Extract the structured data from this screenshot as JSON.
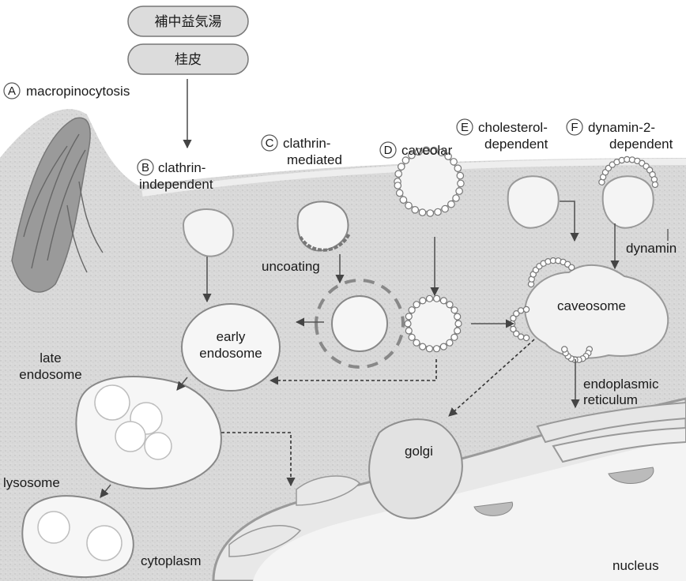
{
  "drugs": {
    "formula": "補中益気湯",
    "herb": "桂皮"
  },
  "pathways": {
    "a": {
      "letter": "A",
      "label": "macropinocytosis"
    },
    "b": {
      "letter": "B",
      "line1": "clathrin-",
      "line2": "independent"
    },
    "c": {
      "letter": "C",
      "line1": "clathrin-",
      "line2": "mediated"
    },
    "d": {
      "letter": "D",
      "label": "caveolar"
    },
    "e": {
      "letter": "E",
      "line1": "cholesterol-",
      "line2": "dependent"
    },
    "f": {
      "letter": "F",
      "line1": "dynamin-2-",
      "line2": "dependent"
    }
  },
  "structures": {
    "dynamin": "dynamin",
    "uncoating": "uncoating",
    "caveosome": "caveosome",
    "early_endosome_1": "early",
    "early_endosome_2": "endosome",
    "late_endosome_1": "late",
    "late_endosome_2": "endosome",
    "er_1": "endoplasmic",
    "er_2": "reticulum",
    "golgi": "golgi",
    "lysosome": "lysosome",
    "cytoplasm": "cytoplasm",
    "nucleus": "nucleus"
  },
  "colors": {
    "cytoplasm": "#d8d8d8",
    "membrane": "#888888",
    "bead": "#ffffff"
  }
}
